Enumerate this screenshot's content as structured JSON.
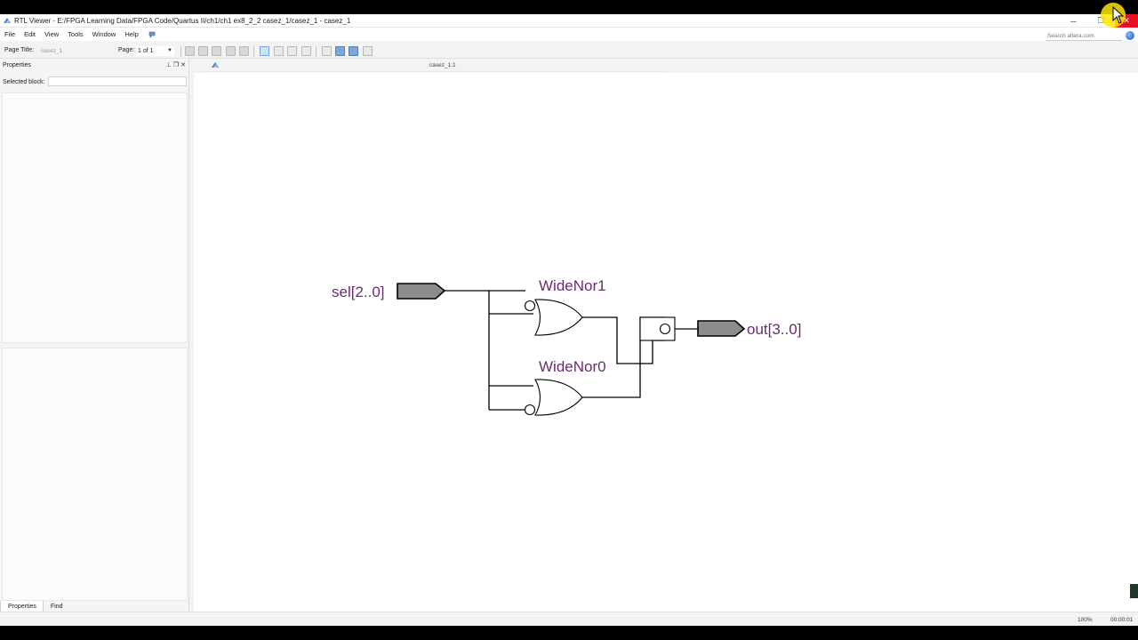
{
  "window": {
    "title": "RTL Viewer - E:/FPGA Learning Data/FPGA Code/Quartus II/ch1/ch1 ex8_2_2 casez_1/casez_1 - casez_1",
    "minimize_glyph": "─",
    "restore_glyph": "❐",
    "close_glyph": "✕"
  },
  "menu": {
    "items": [
      "File",
      "Edit",
      "View",
      "Tools",
      "Window",
      "Help"
    ],
    "search_placeholder": "Search altera.com"
  },
  "toolbar": {
    "page_title_label": "Page Title:",
    "page_title_value": "casez_1",
    "page_label": "Page:",
    "page_value": "1 of 1"
  },
  "properties": {
    "title": "Properties",
    "selected_block_label": "Selected block:",
    "selected_block_value": ""
  },
  "bottom_tabs": [
    "Properties",
    "Find"
  ],
  "document": {
    "tab_title": "casez_1:1"
  },
  "schematic": {
    "input_port": "sel[2..0]",
    "output_port": "out[3..0]",
    "gate_top": "WideNor1",
    "gate_bottom": "WideNor0",
    "label_color": "#6a2c70",
    "port_fill": "#8c8c8c"
  },
  "status": {
    "zoom": "100%",
    "time": "00:00:01"
  }
}
